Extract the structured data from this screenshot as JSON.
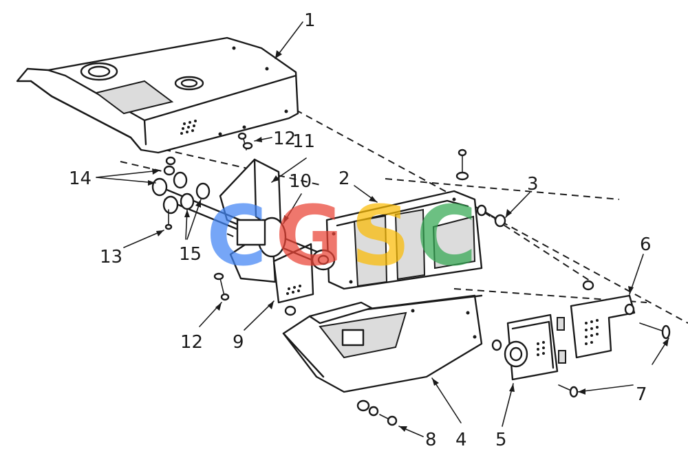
{
  "callouts": [
    "1",
    "2",
    "3",
    "4",
    "5",
    "6",
    "7",
    "8",
    "9",
    "10",
    "11",
    "12",
    "12",
    "13",
    "14",
    "15"
  ],
  "watermark": {
    "text": "CGSC",
    "letters": [
      "C",
      "G",
      "S",
      "C"
    ],
    "colors": [
      "#4285F4",
      "#EA4335",
      "#FBBC05",
      "#34A853"
    ]
  }
}
